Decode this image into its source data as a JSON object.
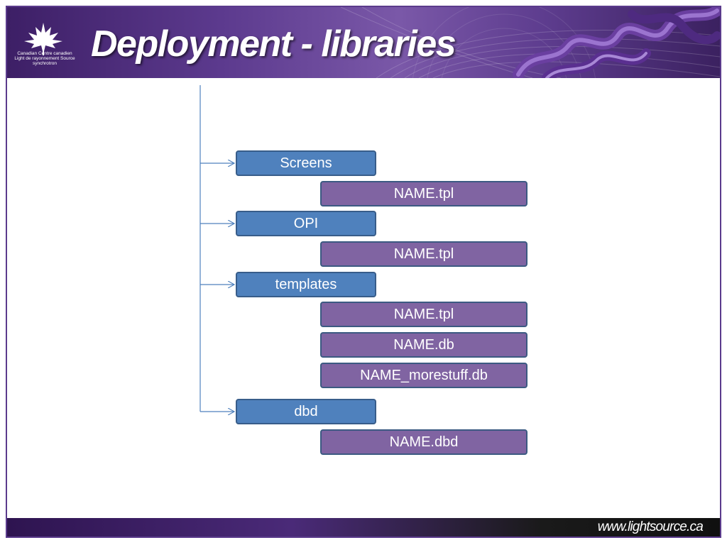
{
  "slide": {
    "title": "Deployment - libraries",
    "logo_text": "Canadian Centre canadien Light de rayonnement Source synchrotron",
    "footer_url": "www.lightsource.ca"
  },
  "tree": {
    "folders": [
      {
        "label": "Screens",
        "files": [
          "NAME.tpl"
        ]
      },
      {
        "label": "OPI",
        "files": [
          "NAME.tpl"
        ]
      },
      {
        "label": "templates",
        "files": [
          "NAME.tpl",
          "NAME.db",
          "NAME_morestuff.db"
        ]
      },
      {
        "label": "dbd",
        "files": [
          "NAME.dbd"
        ]
      }
    ]
  },
  "colors": {
    "folder_fill": "#4f81bd",
    "file_fill": "#8064a2",
    "header_purple": "#5c3a8e",
    "connector": "#4f81bd"
  },
  "icons": [
    "maple-leaf-logo-icon",
    "protein-ribbon-image"
  ]
}
